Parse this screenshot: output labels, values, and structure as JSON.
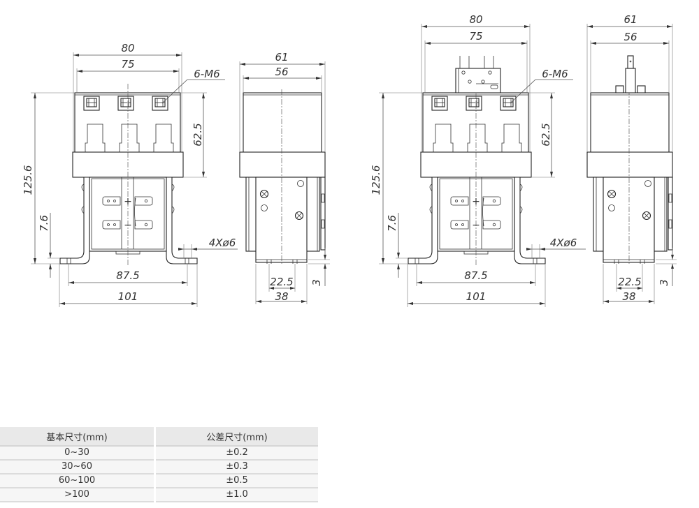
{
  "views": {
    "front_left": {
      "dims": {
        "width_outer": "80",
        "width_inner": "75",
        "terminal_note": "6-M6",
        "height_upper": "62.5",
        "height_total": "125.6",
        "foot_height": "7.6",
        "hole_spacing": "87.5",
        "foot_width": "101",
        "holes_note": "4Xø6"
      }
    },
    "side_left": {
      "dims": {
        "width_outer": "61",
        "width_inner": "56",
        "hole_spacing": "22.5",
        "foot_width": "38",
        "foot_thickness": "3"
      }
    },
    "front_right": {
      "dims": {
        "width_outer": "80",
        "width_inner": "75",
        "terminal_note": "6-M6",
        "height_upper": "62.5",
        "height_total": "125.6",
        "foot_height": "7.6",
        "hole_spacing": "87.5",
        "foot_width": "101",
        "holes_note": "4Xø6"
      }
    },
    "side_right": {
      "dims": {
        "width_outer": "61",
        "width_inner": "56",
        "hole_spacing": "22.5",
        "foot_width": "38",
        "foot_thickness": "3"
      }
    }
  },
  "coil_symbols": {
    "plus": "+",
    "minus": "−"
  },
  "tolerance_table": {
    "headers": [
      "基本尺寸(mm)",
      "公差尺寸(mm)"
    ],
    "rows": [
      [
        "0~30",
        "±0.2"
      ],
      [
        "30~60",
        "±0.3"
      ],
      [
        "60~100",
        "±0.5"
      ],
      [
        ">100",
        "±1.0"
      ]
    ]
  },
  "colors": {
    "line": "#222222",
    "dimension": "#555555",
    "table_header_bg": "#e9e9e9",
    "table_row_bg": "#f6f6f6"
  }
}
